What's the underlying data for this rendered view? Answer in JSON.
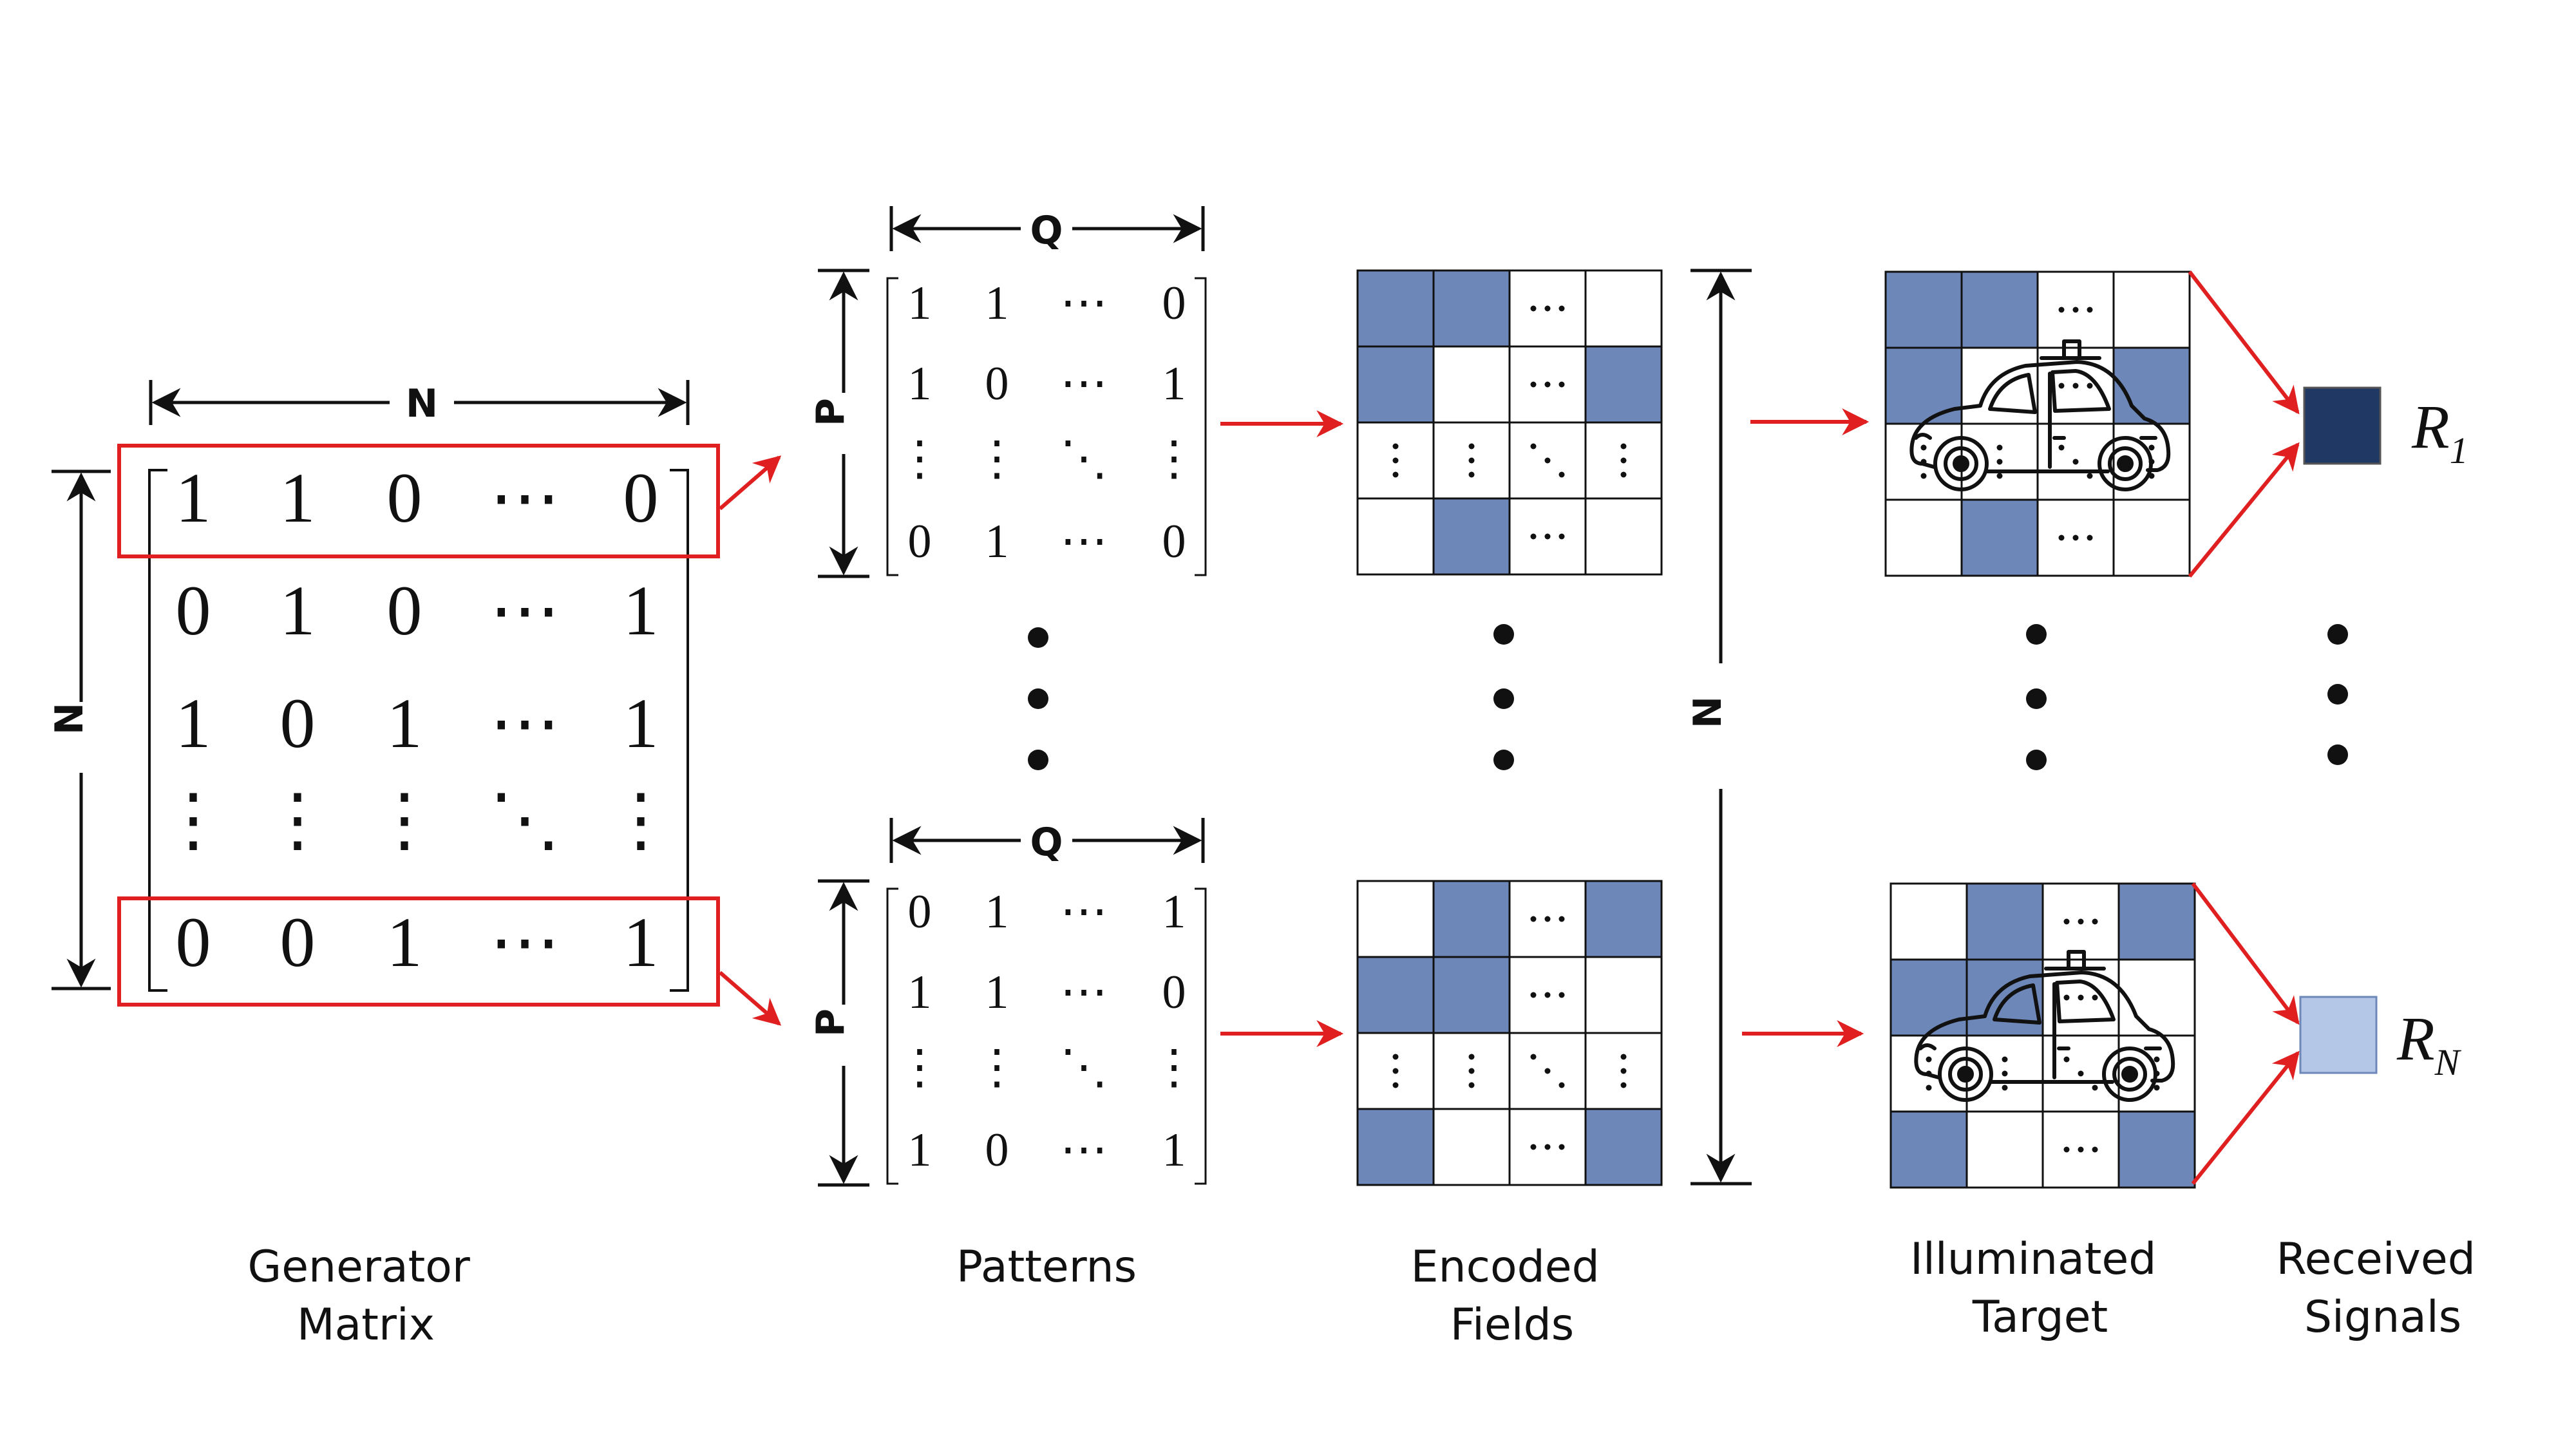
{
  "labels": {
    "generator": [
      "Generator",
      "Matrix"
    ],
    "patterns": "Patterns",
    "encoded": [
      "Encoded",
      "Fields"
    ],
    "illuminated": [
      "Illuminated",
      "Target"
    ],
    "received": [
      "Received",
      "Signals"
    ]
  },
  "dims": {
    "n": "N",
    "q": "Q",
    "p": "P"
  },
  "generator_matrix": {
    "rows": [
      [
        "1",
        "1",
        "0",
        "⋯",
        "0"
      ],
      [
        "0",
        "1",
        "0",
        "⋯",
        "1"
      ],
      [
        "1",
        "0",
        "1",
        "⋯",
        "1"
      ],
      [
        "⋮",
        "⋮",
        "⋮",
        "⋱",
        "⋮"
      ],
      [
        "0",
        "0",
        "1",
        "⋯",
        "1"
      ]
    ]
  },
  "pattern_top": {
    "rows": [
      [
        "1",
        "1",
        "⋯",
        "0"
      ],
      [
        "1",
        "0",
        "⋯",
        "1"
      ],
      [
        "⋮",
        "⋮",
        "⋱",
        "⋮"
      ],
      [
        "0",
        "1",
        "⋯",
        "0"
      ]
    ]
  },
  "pattern_bottom": {
    "rows": [
      [
        "0",
        "1",
        "⋯",
        "1"
      ],
      [
        "1",
        "1",
        "⋯",
        "0"
      ],
      [
        "⋮",
        "⋮",
        "⋱",
        "⋮"
      ],
      [
        "1",
        "0",
        "⋯",
        "1"
      ]
    ]
  },
  "encoded_top": [
    [
      1,
      1,
      "h",
      0
    ],
    [
      1,
      0,
      "h",
      1
    ],
    [
      "v",
      "v",
      "d",
      "v"
    ],
    [
      0,
      1,
      "h",
      0
    ]
  ],
  "encoded_bottom": [
    [
      0,
      1,
      "h",
      1
    ],
    [
      1,
      1,
      "h",
      0
    ],
    [
      "v",
      "v",
      "d",
      "v"
    ],
    [
      1,
      0,
      "h",
      1
    ]
  ],
  "signals": {
    "r1": {
      "base": "R",
      "sub": "1",
      "color": "#1f3864"
    },
    "rn": {
      "base": "R",
      "sub": "N",
      "color": "#b4c7e7"
    }
  },
  "colors": {
    "cell_fill": "#6d87b8",
    "arrow": "#e02020",
    "highlight": "#e02020"
  }
}
